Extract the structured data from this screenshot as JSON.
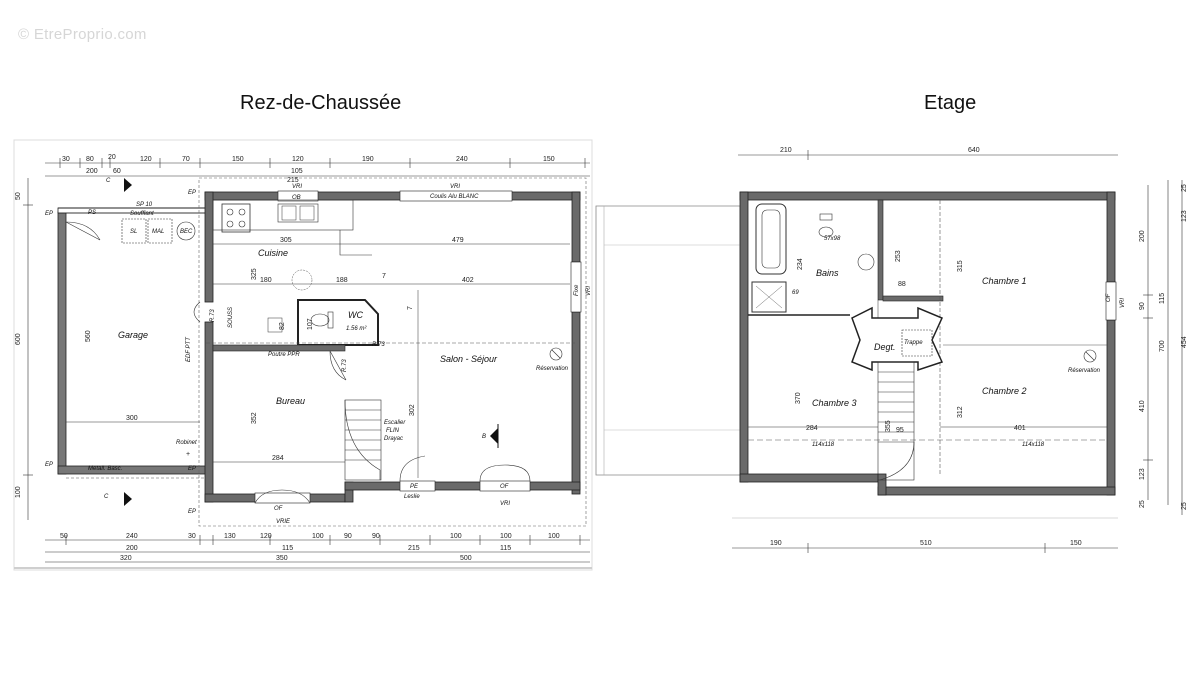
{
  "watermark": "© EtreProprio.com",
  "titles": {
    "ground": "Rez-de-Chaussée",
    "upper": "Etage"
  },
  "ground": {
    "rooms": {
      "garage": "Garage",
      "cuisine": "Cuisine",
      "wc": "WC",
      "wc_area": "1.56 m²",
      "bureau": "Bureau",
      "salon": "Salon - Séjour",
      "escalier": "Escalier",
      "escalier_brand1": "FLIN",
      "escalier_brand2": "Drayac"
    },
    "labels": {
      "soufflant": "Soufflant",
      "sp10": "SP 10",
      "ps": "PS",
      "sl": "SL",
      "mal": "MAL",
      "bec": "BEC",
      "poutre": "Poutre PPR",
      "coulis": "Coulis Alu BLANC",
      "vri_top": "VRI",
      "ob": "OB",
      "vri_kitchen": "VRI",
      "reservation": "Réservation",
      "metall": "Metall. Basc.",
      "robinet": "Robinet",
      "of_bureau": "OF",
      "vrie": "VRIE",
      "pe": "PE",
      "leslie": "Leslie",
      "of_salon": "OF",
      "vri_salon": "VRI",
      "fixe": "Fixe",
      "vri_right": "VRI",
      "ep1": "EP",
      "ep2": "EP",
      "ep3": "EP",
      "ep4": "EP",
      "ep5": "EP",
      "c_top": "C",
      "c_bottom": "C",
      "b_mark": "B",
      "r73a": "R.73",
      "r73b": "R.73",
      "r73c": "R.73",
      "edf": "EDF PTT",
      "sous": "SOUSS"
    },
    "dims_top1": [
      "30",
      "80",
      "20",
      "120",
      "70",
      "150",
      "120",
      "190",
      "240",
      "150"
    ],
    "dims_top2": [
      "200",
      "60",
      "105",
      "215"
    ],
    "dims_bottom1": [
      "50",
      "240",
      "30",
      "130",
      "120",
      "100",
      "90",
      "90",
      "100",
      "100",
      "100"
    ],
    "dims_bottom2": [
      "200",
      "115",
      "215",
      "115"
    ],
    "dims_bottom3": [
      "320",
      "350",
      "500"
    ],
    "dims_left": [
      "50",
      "600",
      "100"
    ],
    "dims_inner": {
      "d305": "305",
      "d479": "479",
      "d325": "325",
      "d180": "180",
      "d188": "188",
      "d7a": "7",
      "d402": "402",
      "d560": "560",
      "d300": "300",
      "d352": "352",
      "d284": "284",
      "d302": "302",
      "d7b": "7",
      "d107": "107",
      "d82": "82"
    }
  },
  "upper": {
    "rooms": {
      "bains": "Bains",
      "chambre1": "Chambre 1",
      "chambre2": "Chambre 2",
      "chambre3": "Chambre 3",
      "degt": "Degt.",
      "trappe": "Trappe"
    },
    "labels": {
      "lave": "57x98",
      "reservation": "Réservation",
      "of": "OF",
      "vri": "VRI",
      "win1": "114x118",
      "win2": "114x118",
      "d69": "69"
    },
    "dims_top": [
      "210",
      "640"
    ],
    "dims_bottom": [
      "190",
      "510",
      "150"
    ],
    "dims_right1": [
      "200",
      "90",
      "410",
      "123",
      "25"
    ],
    "dims_right2": [
      "25",
      "123",
      "115",
      "700",
      "454",
      "25"
    ],
    "dims_inner": {
      "d234": "234",
      "d253": "253",
      "d315": "315",
      "d88": "88",
      "d370": "370",
      "d284": "284",
      "d355": "355",
      "d95": "95",
      "d312": "312",
      "d401": "401"
    }
  }
}
